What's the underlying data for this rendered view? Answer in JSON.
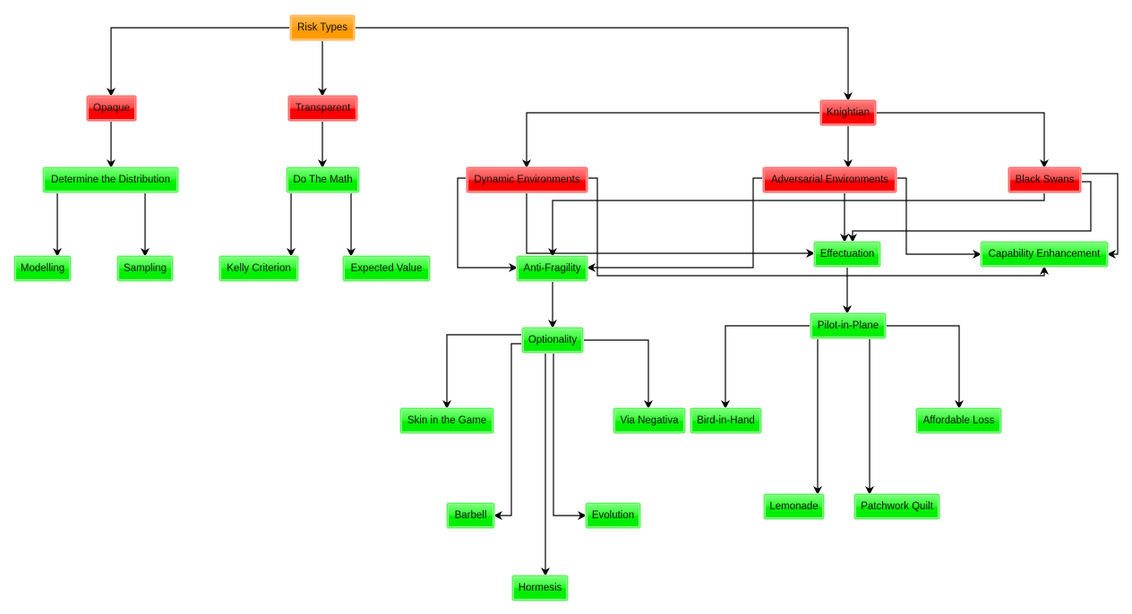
{
  "diagram": {
    "type": "flowchart",
    "colors": {
      "root": "#ff9900",
      "category": "#ff0000",
      "concept": "#00ee00",
      "edge": "#000000"
    },
    "nodes": [
      {
        "id": "risk_types",
        "label": "Risk Types",
        "color": "orange"
      },
      {
        "id": "opaque",
        "label": "Opaque",
        "color": "red"
      },
      {
        "id": "transparent",
        "label": "Transparent",
        "color": "red"
      },
      {
        "id": "knightian",
        "label": "Knightian",
        "color": "red"
      },
      {
        "id": "determine_distribution",
        "label": "Determine the Distribution",
        "color": "green"
      },
      {
        "id": "do_the_math",
        "label": "Do The Math",
        "color": "green"
      },
      {
        "id": "modelling",
        "label": "Modelling",
        "color": "green"
      },
      {
        "id": "sampling",
        "label": "Sampling",
        "color": "green"
      },
      {
        "id": "kelly_criterion",
        "label": "Kelly Criterion",
        "color": "green"
      },
      {
        "id": "expected_value",
        "label": "Expected Value",
        "color": "green"
      },
      {
        "id": "dynamic_env",
        "label": "Dynamic Environments",
        "color": "red"
      },
      {
        "id": "adversarial_env",
        "label": "Adversarial Environments",
        "color": "red"
      },
      {
        "id": "black_swans",
        "label": "Black Swans",
        "color": "red"
      },
      {
        "id": "anti_fragility",
        "label": "Anti-Fragility",
        "color": "green"
      },
      {
        "id": "effectuation",
        "label": "Effectuation",
        "color": "green"
      },
      {
        "id": "capability_enhancement",
        "label": "Capability Enhancement",
        "color": "green"
      },
      {
        "id": "optionality",
        "label": "Optionality",
        "color": "green"
      },
      {
        "id": "pilot_in_plane",
        "label": "Pilot-in-Plane",
        "color": "green"
      },
      {
        "id": "skin_in_the_game",
        "label": "Skin in the Game",
        "color": "green"
      },
      {
        "id": "via_negativa",
        "label": "Via Negativa",
        "color": "green"
      },
      {
        "id": "barbell",
        "label": "Barbell",
        "color": "green"
      },
      {
        "id": "evolution",
        "label": "Evolution",
        "color": "green"
      },
      {
        "id": "hormesis",
        "label": "Hormesis",
        "color": "green"
      },
      {
        "id": "bird_in_hand",
        "label": "Bird-in-Hand",
        "color": "green"
      },
      {
        "id": "affordable_loss",
        "label": "Affordable Loss",
        "color": "green"
      },
      {
        "id": "lemonade",
        "label": "Lemonade",
        "color": "green"
      },
      {
        "id": "patchwork_quilt",
        "label": "Patchwork Quilt",
        "color": "green"
      }
    ],
    "edges": [
      {
        "from": "risk_types",
        "to": "opaque"
      },
      {
        "from": "risk_types",
        "to": "transparent"
      },
      {
        "from": "risk_types",
        "to": "knightian"
      },
      {
        "from": "opaque",
        "to": "determine_distribution"
      },
      {
        "from": "transparent",
        "to": "do_the_math"
      },
      {
        "from": "determine_distribution",
        "to": "modelling"
      },
      {
        "from": "determine_distribution",
        "to": "sampling"
      },
      {
        "from": "do_the_math",
        "to": "kelly_criterion"
      },
      {
        "from": "do_the_math",
        "to": "expected_value"
      },
      {
        "from": "knightian",
        "to": "dynamic_env"
      },
      {
        "from": "knightian",
        "to": "adversarial_env"
      },
      {
        "from": "knightian",
        "to": "black_swans"
      },
      {
        "from": "dynamic_env",
        "to": "anti_fragility"
      },
      {
        "from": "dynamic_env",
        "to": "effectuation"
      },
      {
        "from": "dynamic_env",
        "to": "capability_enhancement"
      },
      {
        "from": "adversarial_env",
        "to": "anti_fragility"
      },
      {
        "from": "adversarial_env",
        "to": "effectuation"
      },
      {
        "from": "adversarial_env",
        "to": "capability_enhancement"
      },
      {
        "from": "black_swans",
        "to": "anti_fragility"
      },
      {
        "from": "black_swans",
        "to": "effectuation"
      },
      {
        "from": "black_swans",
        "to": "capability_enhancement"
      },
      {
        "from": "anti_fragility",
        "to": "optionality"
      },
      {
        "from": "optionality",
        "to": "skin_in_the_game"
      },
      {
        "from": "optionality",
        "to": "via_negativa"
      },
      {
        "from": "optionality",
        "to": "barbell"
      },
      {
        "from": "optionality",
        "to": "evolution"
      },
      {
        "from": "optionality",
        "to": "hormesis"
      },
      {
        "from": "effectuation",
        "to": "pilot_in_plane"
      },
      {
        "from": "pilot_in_plane",
        "to": "bird_in_hand"
      },
      {
        "from": "pilot_in_plane",
        "to": "affordable_loss"
      },
      {
        "from": "pilot_in_plane",
        "to": "lemonade"
      },
      {
        "from": "pilot_in_plane",
        "to": "patchwork_quilt"
      }
    ]
  }
}
